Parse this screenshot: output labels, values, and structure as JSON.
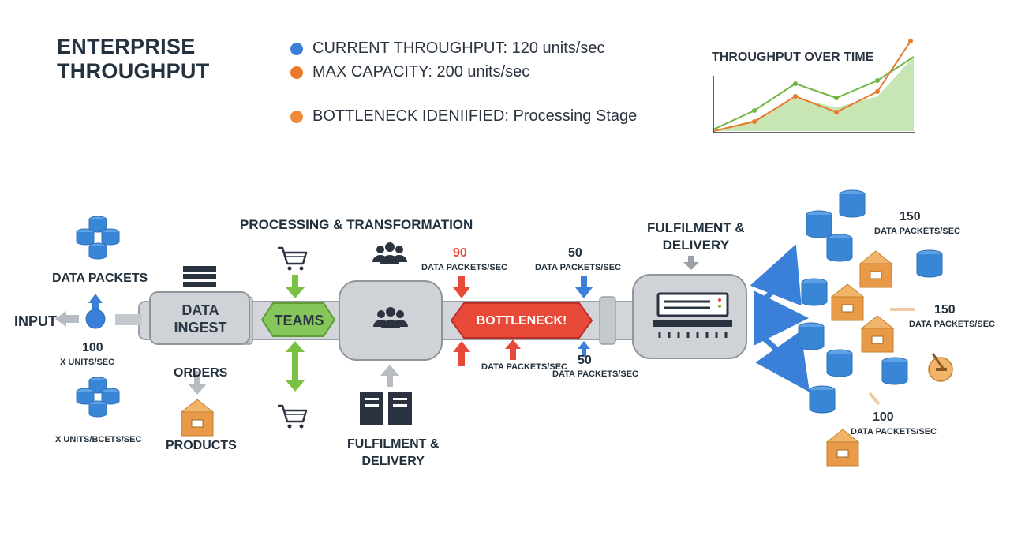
{
  "header": {
    "title": "ENTERPRISE\nTHROUGHPUT",
    "legend": [
      {
        "label": "CURRENT THROUGHPUT: 120 units/sec",
        "color": "#3a7fd8"
      },
      {
        "label": "MAX CAPACITY: 200 units/sec",
        "color": "#ea7a2a"
      },
      {
        "label": "BOTTLENECK IDENIIFIED: Processing Stage",
        "color": "#ee8a3a"
      }
    ],
    "mini_chart_title": "THROUGHPUT OVER TIME"
  },
  "colors": {
    "pipe": "#d2d6db",
    "pipe_stroke": "#9aa0a6",
    "green": "#7ac143",
    "red": "#e84a3a",
    "blue": "#3a7fd8",
    "orange": "#e8a75a",
    "dark": "#2b3340"
  },
  "left": {
    "input": "INPUT",
    "data_packets": "DATA PACKETS",
    "rate_num": "100",
    "rate_unit": "X UNITS/SEC",
    "rate_bottom": "X UNITS/BCETS/SEC",
    "ingest": "DATA\nINGEST",
    "orders": "ORDERS",
    "products": "PRODUCTS"
  },
  "middle": {
    "processing_title": "PROCESSING & TRANSFORMATION",
    "teams": "TEAMS",
    "fulfilment_bottom": "FULFILMENT &\nDELIVERY",
    "bottleneck": "BOTTLENECK!",
    "rate_90": "90",
    "rate_90_unit": "DATA PACKETS/SEC",
    "rate_50_top": "50",
    "rate_50_top_unit": "DATA PACKETS/SEC",
    "rate_low_unit": "DATA PACKETS/SEC",
    "rate_50_low": "50",
    "rate_50_low_unit": "DATA PACKETS/SEC"
  },
  "right": {
    "fulfilment_title": "FULFILMENT &\nDELIVERY",
    "r150a": "150",
    "r150a_unit": "DATA PACKETS/SEC",
    "r150b": "150",
    "r150b_unit": "DATA PACKETS/SEC",
    "r100": "100",
    "r100_unit": "DATA PACKETS/SEC"
  }
}
